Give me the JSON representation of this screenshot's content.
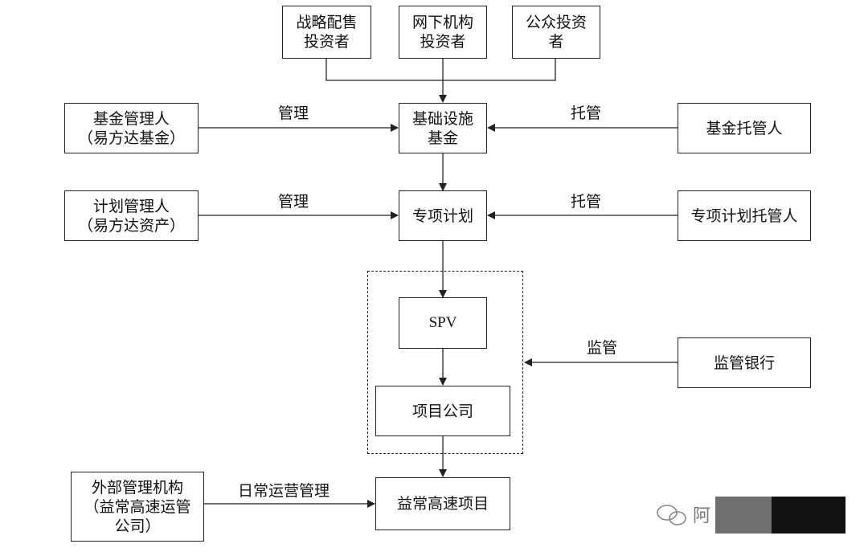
{
  "nodes": {
    "strategic": [
      "战略配售",
      "投资者"
    ],
    "offline": [
      "网下机构",
      "投资者"
    ],
    "public": [
      "公众投资",
      "者"
    ],
    "fund_manager": [
      "基金管理人",
      "（易方达基金）"
    ],
    "infra_fund": [
      "基础设施",
      "基金"
    ],
    "fund_custodian": [
      "基金托管人"
    ],
    "plan_manager": [
      "计划管理人",
      "（易方达资产）"
    ],
    "special_plan": [
      "专项计划"
    ],
    "plan_custodian": [
      "专项计划托管人"
    ],
    "spv": [
      "SPV"
    ],
    "project_company": [
      "项目公司"
    ],
    "supervising_bank": [
      "监管银行"
    ],
    "external_manager": [
      "外部管理机构",
      "（益常高速运管",
      "公司）"
    ],
    "highway_project": [
      "益常高速项目"
    ]
  },
  "edge_labels": {
    "manage_fund": "管理",
    "custody_fund": "托管",
    "manage_plan": "管理",
    "custody_plan": "托管",
    "supervise": "监管",
    "daily_ops": "日常运营管理"
  },
  "watermark": {
    "text": "阿",
    "icon": "wechat-icon"
  }
}
